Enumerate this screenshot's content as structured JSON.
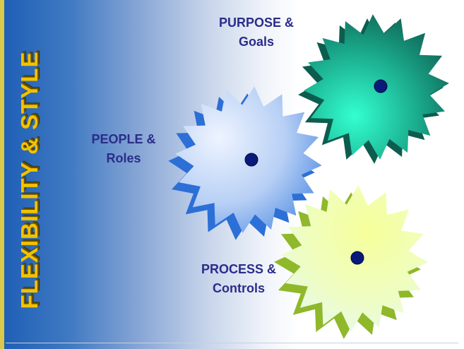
{
  "title": "FLEXIBILITY  &  STYLE",
  "gears": [
    {
      "id": "purpose",
      "line1": "PURPOSE &",
      "line2": "Goals"
    },
    {
      "id": "people",
      "line1": "PEOPLE &",
      "line2": "Roles"
    },
    {
      "id": "process",
      "line1": "PROCESS &",
      "line2": "Controls"
    }
  ],
  "colors": {
    "title": "#f2c200",
    "label": "#2b2c8a",
    "hub": "#0a1a7a"
  }
}
